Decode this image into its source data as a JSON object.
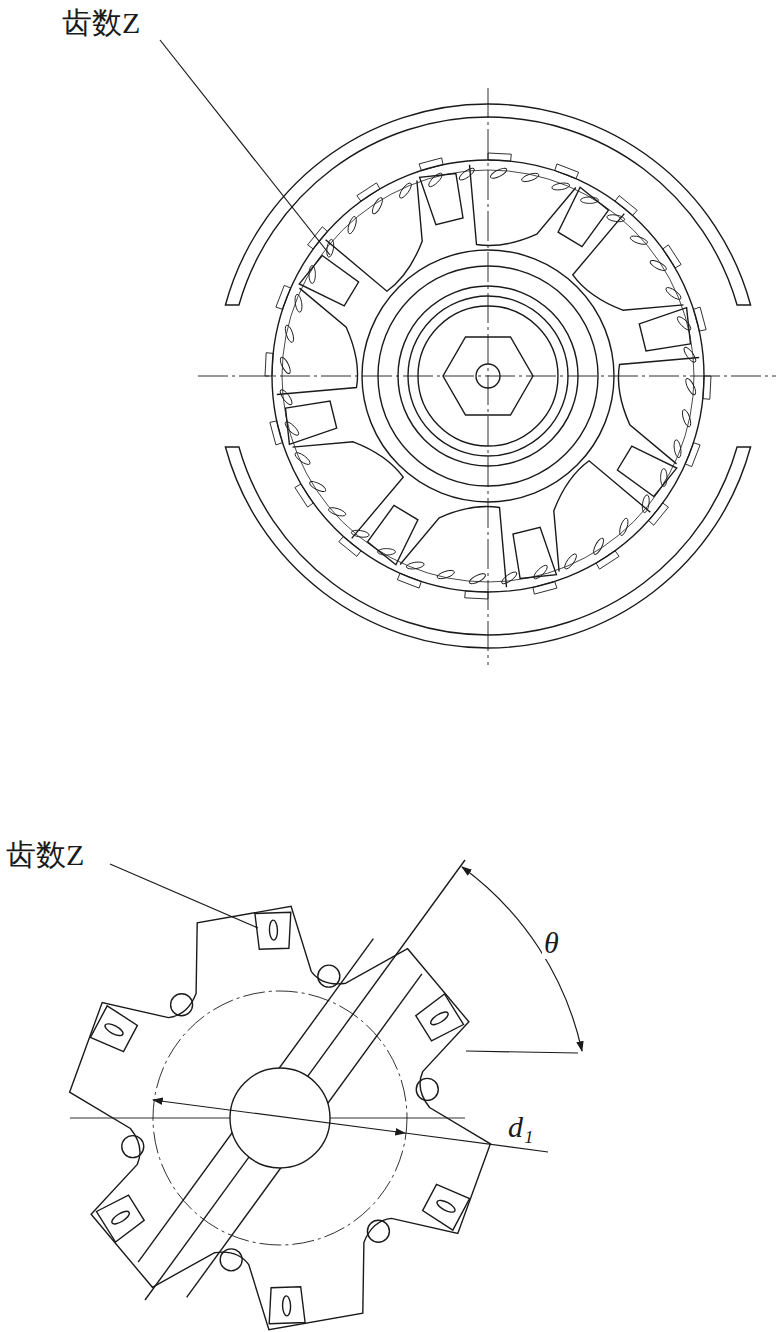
{
  "diagram": {
    "labels": [
      "齿数Z",
      "齿数Z",
      "θ",
      "d₁"
    ]
  }
}
